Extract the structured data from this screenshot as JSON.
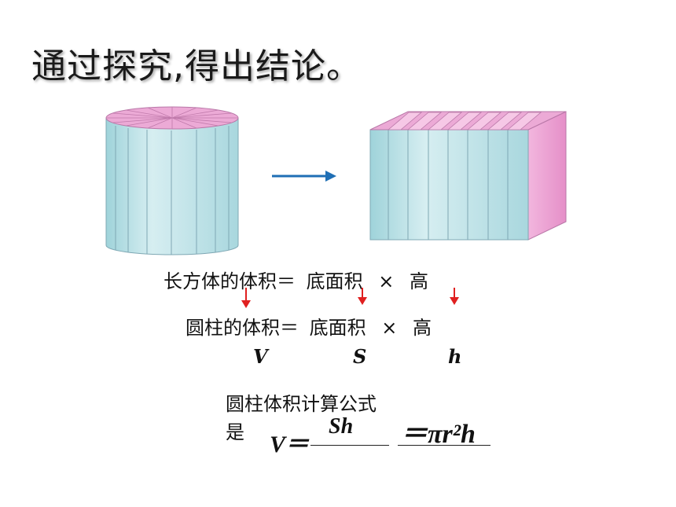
{
  "title": "通过探究,得出结论。",
  "row1": {
    "left": "长方体的体积＝",
    "base": "底面积",
    "times": "×",
    "height": "高"
  },
  "row2": {
    "left": "圆柱的体积＝",
    "base": "底面积",
    "times": "×",
    "height": "高"
  },
  "vars": {
    "v": "V",
    "s": "S",
    "h": "h"
  },
  "conclusion": {
    "text": "圆柱体积计算公式是",
    "lhs": "V＝",
    "answer1": "Sh",
    "answer2": "＝πr²h"
  },
  "colors": {
    "side_fill": "#c9e8ec",
    "top_fill": "#e9a6d3",
    "arrow": "#1f6fb5",
    "red_arrow": "#e02020"
  }
}
